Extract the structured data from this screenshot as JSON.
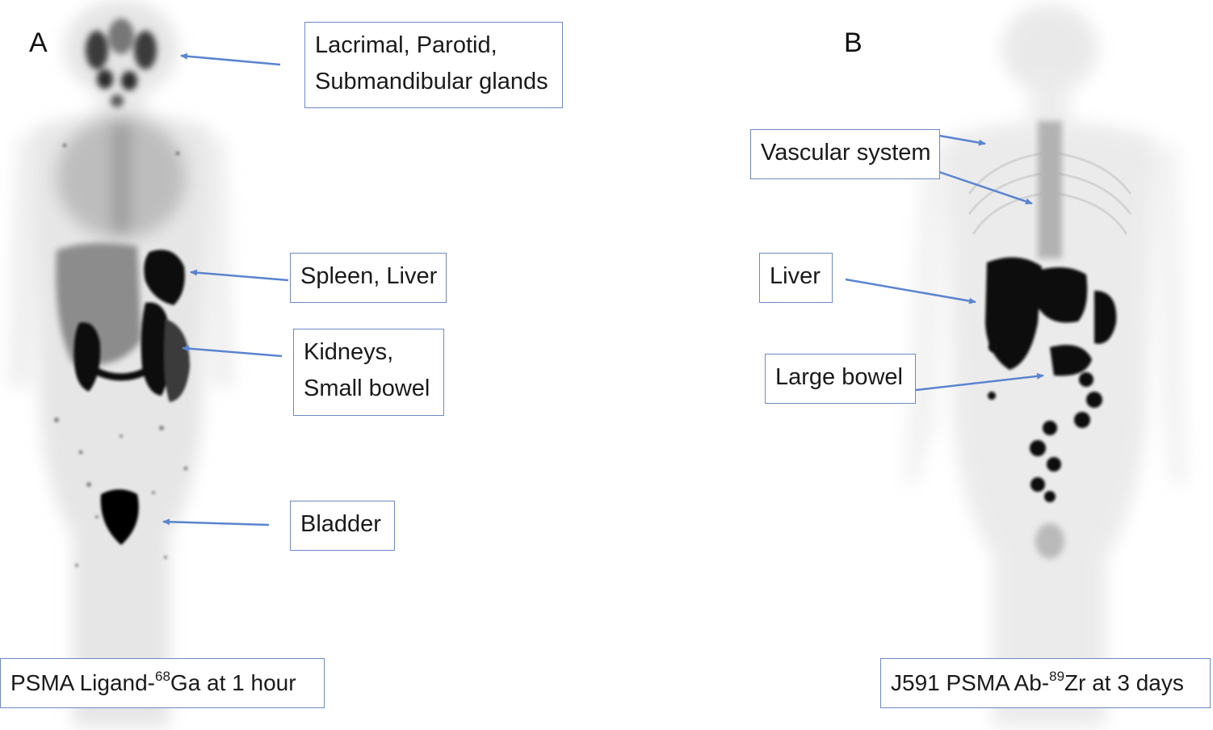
{
  "panels": {
    "a": {
      "letter": "A",
      "caption": {
        "prefix": "PSMA Ligand-",
        "superscript": "68",
        "suffix": "Ga at 1 hour"
      },
      "labels": [
        {
          "line1": "Lacrimal, Parotid,",
          "line2": "Submandibular glands"
        },
        {
          "line1": "Spleen, Liver"
        },
        {
          "line1": "Kidneys,",
          "line2": "Small bowel"
        },
        {
          "line1": "Bladder"
        }
      ]
    },
    "b": {
      "letter": "B",
      "caption": {
        "prefix": "J591 PSMA Ab-",
        "superscript": "89",
        "suffix": "Zr at 3 days"
      },
      "labels": [
        {
          "line1": "Vascular system"
        },
        {
          "line1": "Liver"
        },
        {
          "line1": "Large bowel"
        }
      ]
    }
  },
  "colors": {
    "arrow": "#5b84cf",
    "box_border": "#6f88c4",
    "uptake_dark": "#0a0a0a",
    "background_tissue": "#d9d9d9"
  }
}
